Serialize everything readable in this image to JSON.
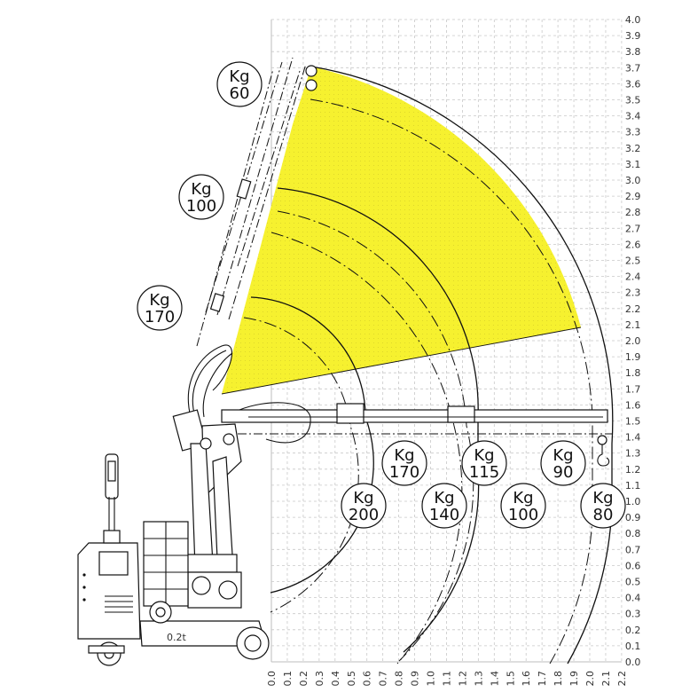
{
  "colors": {
    "envelope": "#f6f12f",
    "line": "#111111",
    "grid": "#c8c8c8"
  },
  "axes": {
    "y_ticks": [
      "0.0",
      "0.1",
      "0.2",
      "0.3",
      "0.4",
      "0.5",
      "0.6",
      "0.7",
      "0.8",
      "0.9",
      "1.0",
      "1.1",
      "1.2",
      "1.3",
      "1.4",
      "1.5",
      "1.6",
      "1.7",
      "1.8",
      "1.9",
      "2.0",
      "2.1",
      "2.2",
      "2.3",
      "2.4",
      "2.5",
      "2.6",
      "2.7",
      "2.8",
      "2.9",
      "3.0",
      "3.1",
      "3.2",
      "3.3",
      "3.4",
      "3.5",
      "3.6",
      "3.7",
      "3.8",
      "3.9",
      "4.0"
    ],
    "x_ticks": [
      "0.0",
      "0.1",
      "0.2",
      "0.3",
      "0.4",
      "0.5",
      "0.6",
      "0.7",
      "0.8",
      "0.9",
      "1.0",
      "1.1",
      "1.2",
      "1.3",
      "1.4",
      "1.5",
      "1.6",
      "1.7",
      "1.8",
      "1.9",
      "2.0",
      "2.1",
      "2.2"
    ]
  },
  "load_labels": {
    "raised": [
      {
        "unit": "Kg",
        "value": "60"
      },
      {
        "unit": "Kg",
        "value": "100"
      },
      {
        "unit": "Kg",
        "value": "170"
      }
    ],
    "horizontal": [
      {
        "unit": "Kg",
        "value": "170"
      },
      {
        "unit": "Kg",
        "value": "115"
      },
      {
        "unit": "Kg",
        "value": "90"
      },
      {
        "unit": "Kg",
        "value": "200"
      },
      {
        "unit": "Kg",
        "value": "140"
      },
      {
        "unit": "Kg",
        "value": "100"
      },
      {
        "unit": "Kg",
        "value": "80"
      }
    ]
  },
  "machine": {
    "badge": "0.2t"
  }
}
